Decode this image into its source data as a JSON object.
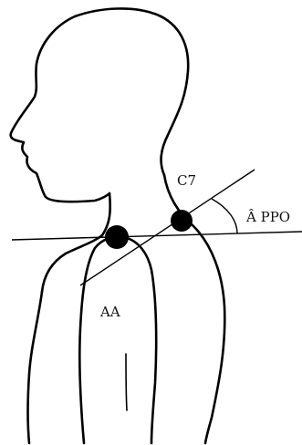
{
  "labels": {
    "c7": "C7",
    "aa": "AA",
    "angle": "Â PPO"
  },
  "colors": {
    "ink": "#000000",
    "background": "#ffffff"
  }
}
